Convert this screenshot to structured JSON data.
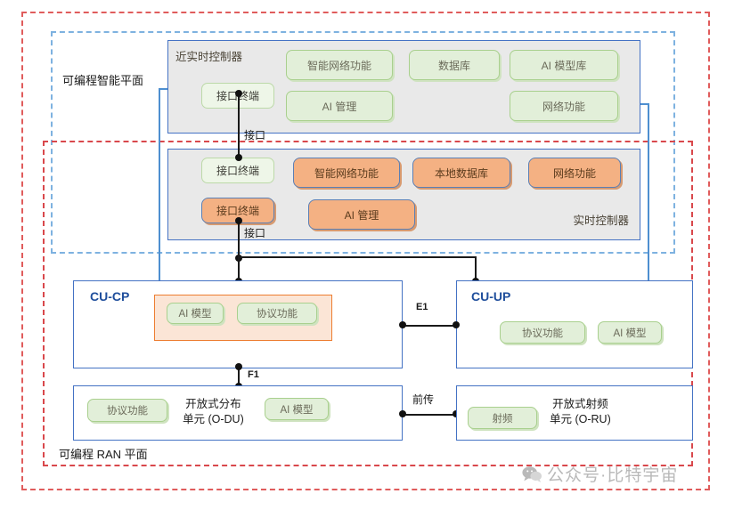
{
  "diagram": {
    "planes": {
      "intelligent": "可编程智能平面",
      "ran": "可编程 RAN 平面"
    },
    "near_rt_controller": {
      "title": "近实时控制器",
      "interface_terminal": "接口终端",
      "functions": [
        "智能网络功能",
        "数据库",
        "AI 模型库",
        "AI 管理",
        "网络功能"
      ]
    },
    "rt_controller": {
      "title": "实时控制器",
      "interface_terminal_top": "接口终端",
      "interface_terminal_bottom": "接口终端",
      "functions": [
        "智能网络功能",
        "本地数据库",
        "网络功能",
        "AI 管理"
      ]
    },
    "interfaces": {
      "top": "接口",
      "bottom": "接口",
      "e1": "E1",
      "f1": "F1",
      "fronthaul": "前传"
    },
    "cu_cp": {
      "title": "CU-CP",
      "blocks": [
        "AI 模型",
        "协议功能"
      ]
    },
    "cu_up": {
      "title": "CU-UP",
      "blocks": [
        "协议功能",
        "AI 模型"
      ]
    },
    "o_du": {
      "label": "开放式分布\n单元 (O-DU)",
      "label_line1": "开放式分布",
      "label_line2": "单元 (O-DU)",
      "blocks": [
        "协议功能",
        "AI 模型"
      ]
    },
    "o_ru": {
      "label_line1": "开放式射频",
      "label_line2": "单元 (O-RU)",
      "blocks": [
        "射频"
      ]
    },
    "watermark": {
      "text": "公众号·比特宇宙",
      "icon": "wechat-icon"
    },
    "colors": {
      "green_fill": "#e2efd9",
      "green_border": "#a9d08e",
      "orange_fill": "#f4b183",
      "node_border": "#4472c4",
      "red_dashed": "#d9484c",
      "blue_dashed": "#7eb2e0",
      "accent_orange": "#ed7d31",
      "panel_gray": "#e9e9e9"
    }
  }
}
